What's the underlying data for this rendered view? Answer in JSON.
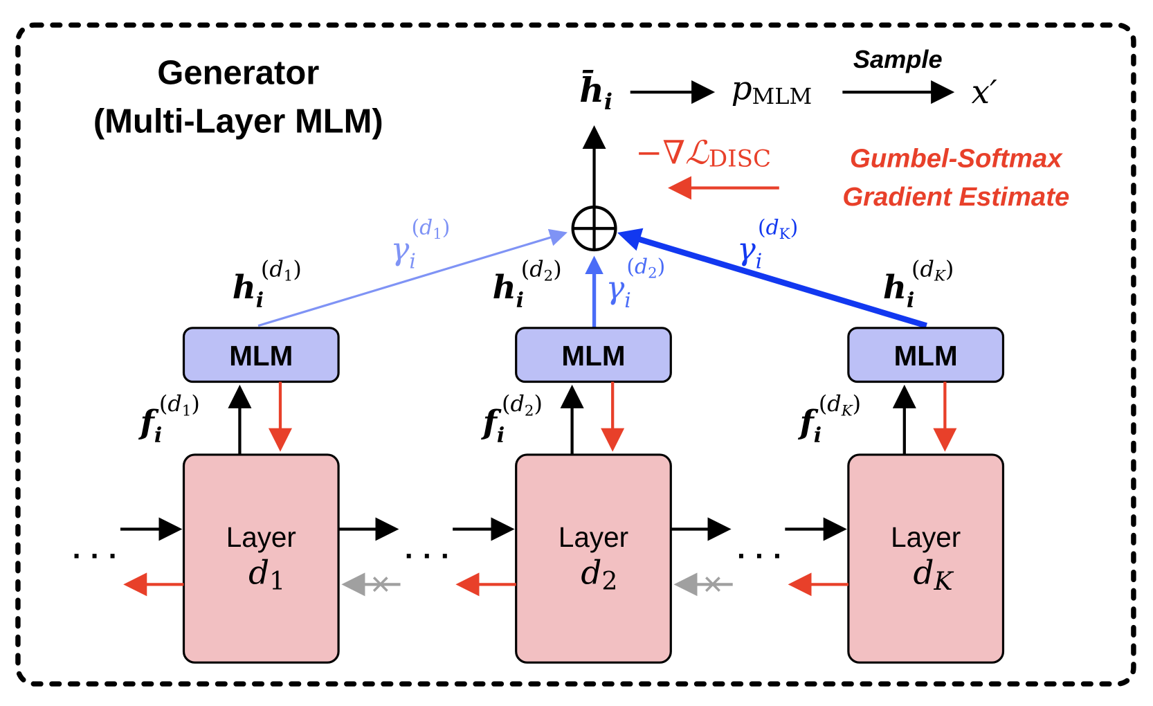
{
  "title": {
    "line1": "Generator",
    "line2": "(Multi-Layer MLM)"
  },
  "top": {
    "hbar": "h̄",
    "hbar_sub": "i",
    "p": "p",
    "p_sub": "MLM",
    "sample": "Sample",
    "xprime": "x′"
  },
  "grad": {
    "minus_nabla": "−∇",
    "L": "ℒ",
    "L_sub": "DISC",
    "line1": "Gumbel-Softmax",
    "line2": "Gradient Estimate"
  },
  "colors": {
    "mlm_fill": "#bcc0f6",
    "layer_fill": "#f2c0c2",
    "red": "#e8402a",
    "blue_light": "#7f93f5",
    "blue_mid": "#4a6cf7",
    "blue_dark": "#1238f0",
    "gray": "#a0a0a0"
  },
  "mlm_label": "MLM",
  "layer_label": "Layer",
  "columns": [
    {
      "d": "d",
      "d_sub": "1",
      "h": "h",
      "f": "f",
      "i": "i",
      "gamma": "γ"
    },
    {
      "d": "d",
      "d_sub": "2",
      "h": "h",
      "f": "f",
      "i": "i",
      "gamma": "γ"
    },
    {
      "d": "d",
      "d_sub": "K",
      "h": "h",
      "f": "f",
      "i": "i",
      "gamma": "γ"
    }
  ],
  "ellipsis": "· · ·",
  "blocked": "×"
}
